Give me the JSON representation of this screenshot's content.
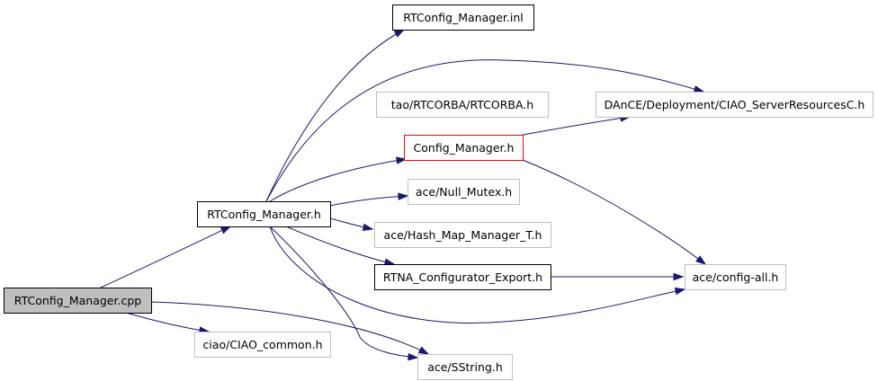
{
  "graph": {
    "colors": {
      "edge": "#191970",
      "root_fill": "#bfbfbf",
      "documented_border": "#000000",
      "undocumented_border": "#bfbfbf",
      "highlight_border": "#ff0000"
    },
    "nodes": [
      {
        "id": "cpp",
        "label": "RTConfig_Manager.cpp",
        "style": "root"
      },
      {
        "id": "h",
        "label": "RTConfig_Manager.h",
        "style": "documented"
      },
      {
        "id": "inl",
        "label": "RTConfig_Manager.inl",
        "style": "documented"
      },
      {
        "id": "dance",
        "label": "DAnCE/Deployment/CIAO_ServerResourcesC.h",
        "style": "undocumented"
      },
      {
        "id": "rtcorba",
        "label": "tao/RTCORBA/RTCORBA.h",
        "style": "undocumented"
      },
      {
        "id": "config",
        "label": "Config_Manager.h",
        "style": "highlight"
      },
      {
        "id": "nullmutex",
        "label": "ace/Null_Mutex.h",
        "style": "undocumented"
      },
      {
        "id": "hashmap",
        "label": "ace/Hash_Map_Manager_T.h",
        "style": "undocumented"
      },
      {
        "id": "rtna",
        "label": "RTNA_Configurator_Export.h",
        "style": "documented"
      },
      {
        "id": "configall",
        "label": "ace/config-all.h",
        "style": "undocumented"
      },
      {
        "id": "ciaocommon",
        "label": "ciao/CIAO_common.h",
        "style": "undocumented"
      },
      {
        "id": "sstring",
        "label": "ace/SString.h",
        "style": "undocumented"
      }
    ],
    "edges": [
      {
        "from": "cpp",
        "to": "h"
      },
      {
        "from": "cpp",
        "to": "ciaocommon"
      },
      {
        "from": "cpp",
        "to": "sstring"
      },
      {
        "from": "h",
        "to": "inl"
      },
      {
        "from": "h",
        "to": "dance"
      },
      {
        "from": "h",
        "to": "config"
      },
      {
        "from": "h",
        "to": "nullmutex"
      },
      {
        "from": "h",
        "to": "hashmap"
      },
      {
        "from": "h",
        "to": "rtna"
      },
      {
        "from": "h",
        "to": "configall"
      },
      {
        "from": "h",
        "to": "sstring"
      },
      {
        "from": "config",
        "to": "dance"
      },
      {
        "from": "config",
        "to": "configall"
      },
      {
        "from": "rtna",
        "to": "configall"
      }
    ]
  }
}
